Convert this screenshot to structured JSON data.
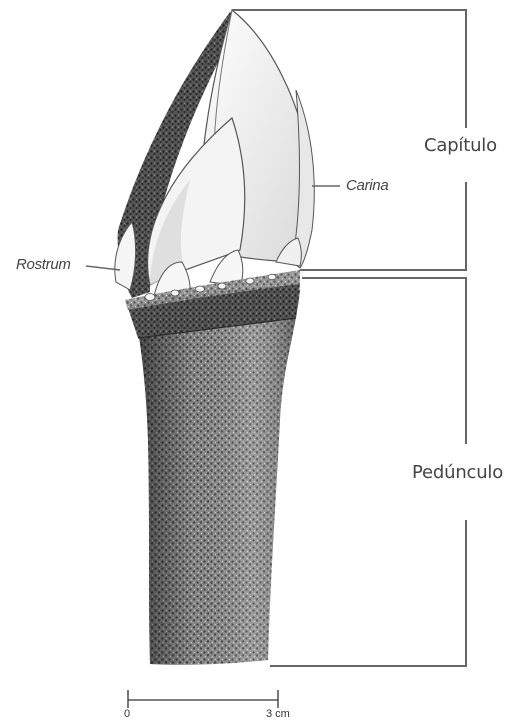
{
  "labels": {
    "capitulo": "Capítulo",
    "carina": "Carina",
    "rostrum": "Rostrum",
    "pedunculo": "Pedúnculo"
  },
  "scale_bar": {
    "start": "0",
    "end": "3 cm"
  },
  "colors": {
    "line": "#666666",
    "stalk_dark": "#3a3a3a",
    "stalk_mid": "#7a7a7a",
    "plate_light": "#f2f2f2"
  }
}
